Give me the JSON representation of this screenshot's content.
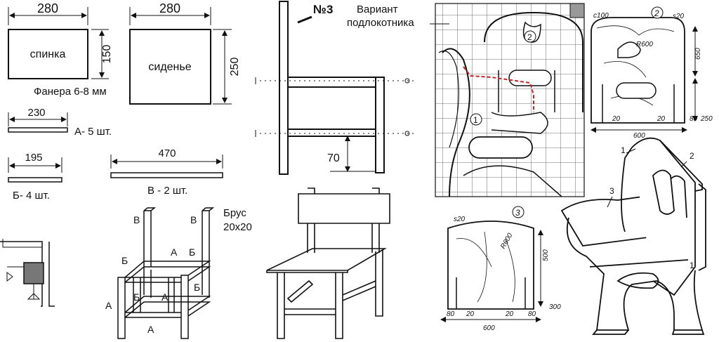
{
  "panels": {
    "back_panel": {
      "width_dim": "280",
      "height_dim": "150",
      "label": "спинка"
    },
    "seat_panel": {
      "width_dim": "280",
      "height_dim": "250",
      "label": "сиденье"
    },
    "material_note": "Фанера 6-8 мм"
  },
  "slats": {
    "a": {
      "dim": "230",
      "caption": "А- 5 шт."
    },
    "b": {
      "dim": "195",
      "caption": "Б- 4 шт."
    },
    "v": {
      "dim": "470",
      "caption": "В - 2 шт."
    }
  },
  "side_view": {
    "dim": "70"
  },
  "frame": {
    "beam_note_line1": "Брус",
    "beam_note_line2": "20x20",
    "letters": {
      "a": "А",
      "b": "Б",
      "v": "В"
    }
  },
  "bench": {
    "variant_no": "№3",
    "armrest_line1": "Вариант",
    "armrest_line2": "подлокотника",
    "markers": {
      "m1": "1",
      "m2": "2",
      "m3": "3"
    },
    "dims": {
      "r100": "с100",
      "s20": "s20",
      "r600": "R600",
      "d650": "650",
      "d20": "20",
      "d80": "80",
      "d250": "250",
      "d600": "600",
      "d500": "500",
      "d300": "300"
    }
  }
}
